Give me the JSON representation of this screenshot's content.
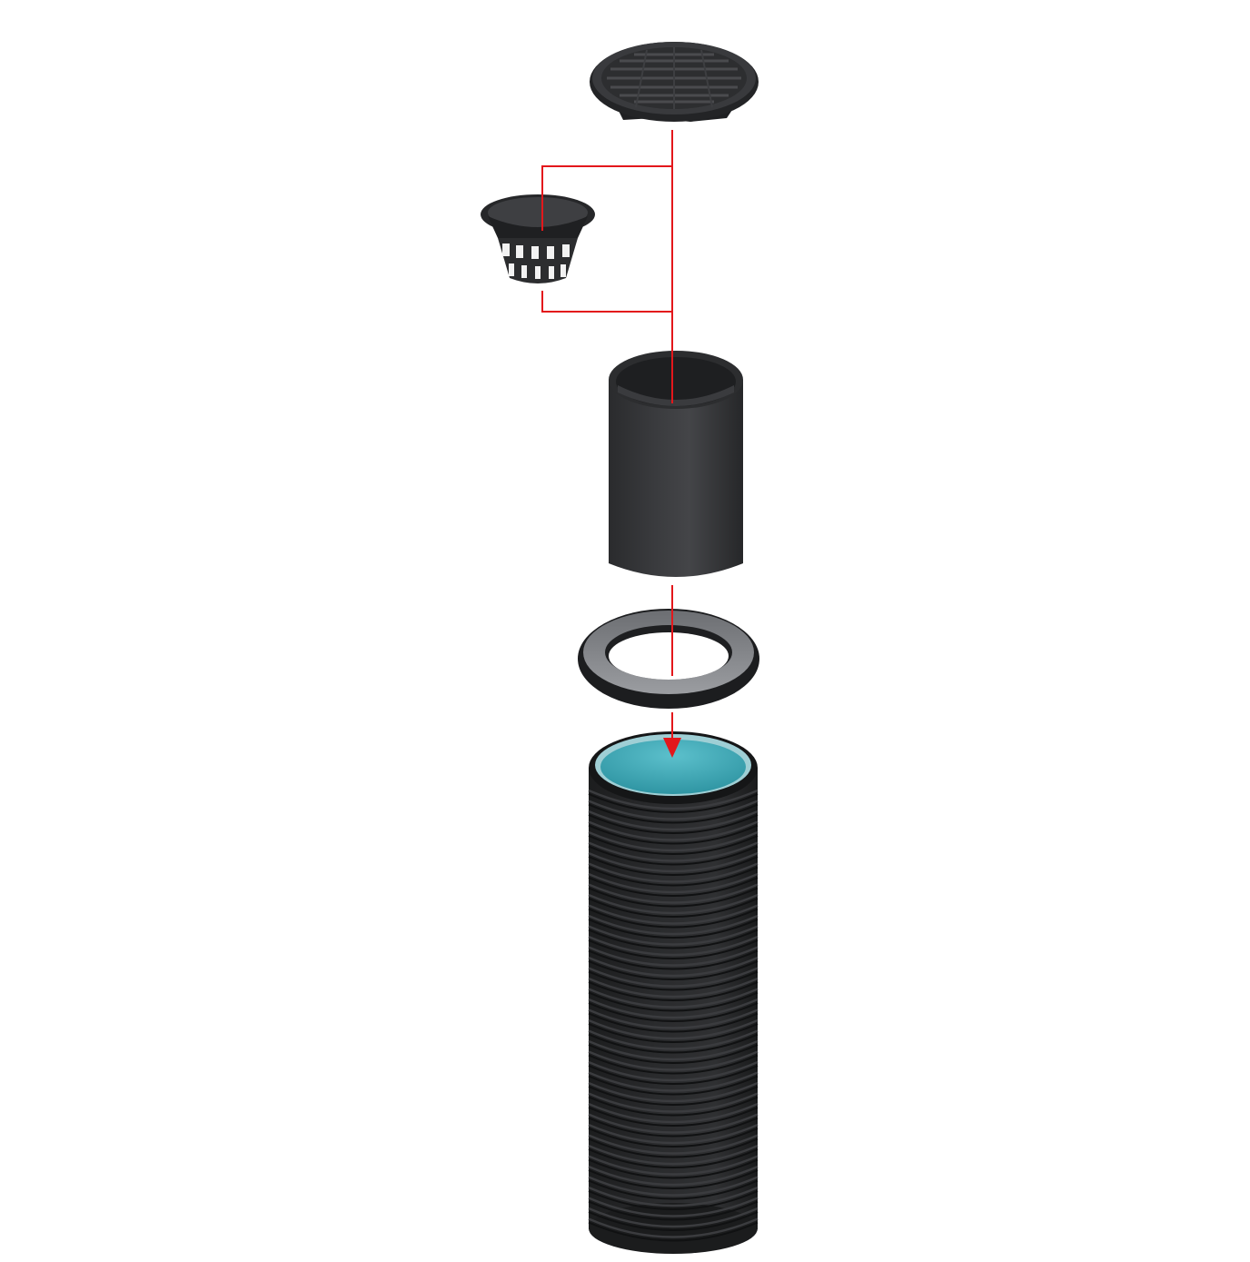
{
  "diagram": {
    "type": "exploded-assembly",
    "components": [
      {
        "id": "grate",
        "icon": "round-drain-grate-icon"
      },
      {
        "id": "basket",
        "icon": "silt-basket-icon"
      },
      {
        "id": "sleeve",
        "icon": "pipe-sleeve-icon"
      },
      {
        "id": "seal",
        "icon": "rubber-seal-ring-icon"
      },
      {
        "id": "pipe",
        "icon": "corrugated-pipe-icon"
      }
    ],
    "colors": {
      "background": "#ffffff",
      "arrow": "#e3171b",
      "part_dark": "#2e2f31",
      "part_mid": "#3d3e41",
      "part_light": "#56585c",
      "seal_face": "#8a8c90",
      "pipe_inner": "#3aa7b6"
    }
  }
}
